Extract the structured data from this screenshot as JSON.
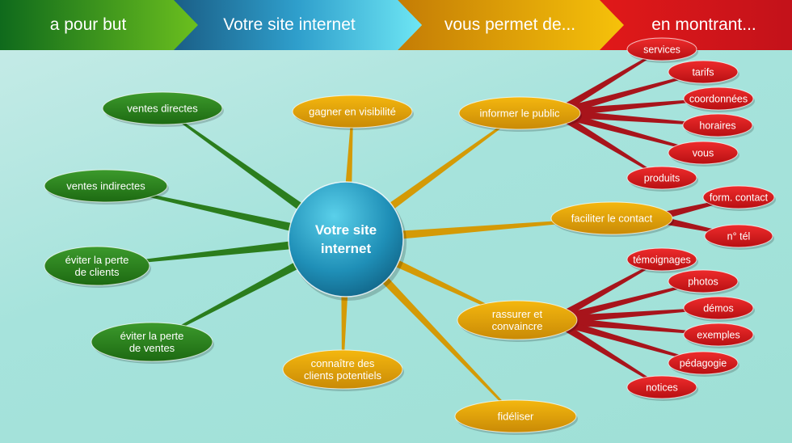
{
  "header": {
    "segments": [
      {
        "label": "a pour but",
        "color": "green"
      },
      {
        "label": "Votre site internet",
        "color": "blue"
      },
      {
        "label": "vous permet de...",
        "color": "orange"
      },
      {
        "label": "en montrant...",
        "color": "red"
      }
    ]
  },
  "center": {
    "line1": "Votre site",
    "line2": "internet"
  },
  "goals": [
    {
      "lines": [
        "ventes directes"
      ]
    },
    {
      "lines": [
        "ventes indirectes"
      ]
    },
    {
      "lines": [
        "éviter la perte",
        "de clients"
      ]
    },
    {
      "lines": [
        "éviter la perte",
        "de ventes"
      ]
    }
  ],
  "means": [
    {
      "lines": [
        "gagner en visibilité"
      ]
    },
    {
      "lines": [
        "informer le public"
      ]
    },
    {
      "lines": [
        "faciliter le contact"
      ]
    },
    {
      "lines": [
        "rassurer et",
        "convaincre"
      ]
    },
    {
      "lines": [
        "fidéliser"
      ]
    },
    {
      "lines": [
        "connaître des",
        "clients potentiels"
      ]
    }
  ],
  "shows": {
    "informer": [
      "services",
      "tarifs",
      "coordonnées",
      "horaires",
      "vous",
      "produits"
    ],
    "contact": [
      "form. contact",
      "n° tél"
    ],
    "rassurer": [
      "témoignages",
      "photos",
      "démos",
      "exemples",
      "pédagogie",
      "notices"
    ]
  },
  "colors": {
    "green": "#2e8b1f",
    "blue": "#1a7fa8",
    "orange": "#e0a000",
    "red": "#d81b1b"
  }
}
